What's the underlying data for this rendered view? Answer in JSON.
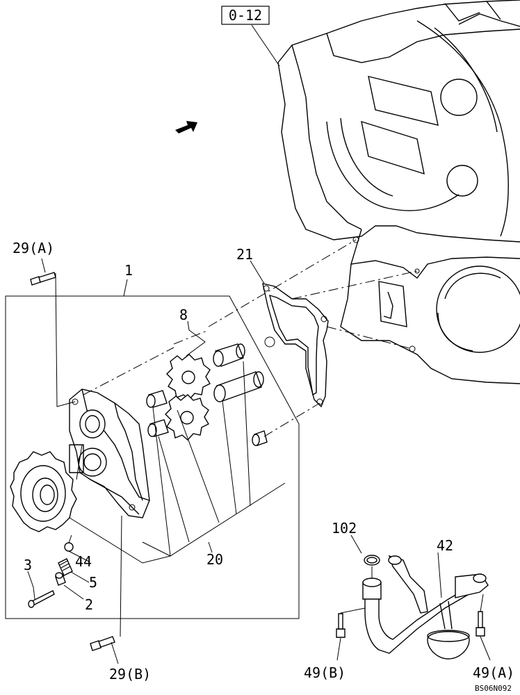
{
  "callouts": {
    "ref_0_12": "0-12",
    "p29a": "29(A)",
    "p1": "1",
    "p21": "21",
    "p8": "8",
    "p3": "3",
    "p44": "44",
    "p5": "5",
    "p2": "2",
    "p20": "20",
    "p29b": "29(B)",
    "p102": "102",
    "p42": "42",
    "p49b": "49(B)",
    "p49a": "49(A)"
  },
  "drawing_code": "BS06N092",
  "icons": {
    "direction_arrow": "front-arrow-icon"
  }
}
